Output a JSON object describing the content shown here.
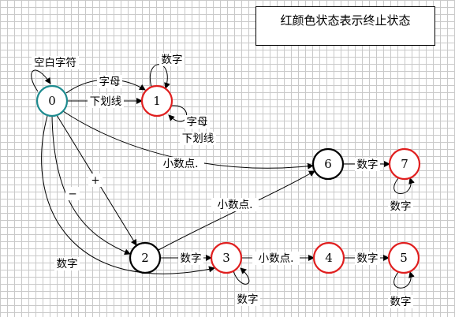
{
  "legend": {
    "text": "红颜色状态表示终止状态"
  },
  "colors": {
    "start": "#1e8b8f",
    "final": "#e01f1f",
    "normal": "#000000"
  },
  "states": [
    {
      "id": "0",
      "kind": "start"
    },
    {
      "id": "1",
      "kind": "final"
    },
    {
      "id": "2",
      "kind": "normal"
    },
    {
      "id": "3",
      "kind": "final"
    },
    {
      "id": "4",
      "kind": "final"
    },
    {
      "id": "5",
      "kind": "final"
    },
    {
      "id": "6",
      "kind": "normal"
    },
    {
      "id": "7",
      "kind": "final"
    }
  ],
  "edges": [
    {
      "from": "0",
      "to": "0",
      "label": "空白字符"
    },
    {
      "from": "0",
      "to": "1",
      "label": "字母"
    },
    {
      "from": "0",
      "to": "1",
      "label": "下划线"
    },
    {
      "from": "1",
      "to": "1",
      "label": "数字"
    },
    {
      "from": "1",
      "to": "1",
      "label": "字母"
    },
    {
      "from": "1",
      "to": "1",
      "label": "下划线"
    },
    {
      "from": "0",
      "to": "6",
      "label": "小数点."
    },
    {
      "from": "0",
      "to": "2",
      "label": "+"
    },
    {
      "from": "0",
      "to": "2",
      "label": "−"
    },
    {
      "from": "0",
      "to": "3",
      "label": "数字"
    },
    {
      "from": "2",
      "to": "6",
      "label": "小数点."
    },
    {
      "from": "2",
      "to": "3",
      "label": "数字"
    },
    {
      "from": "3",
      "to": "3",
      "label": "数字"
    },
    {
      "from": "3",
      "to": "4",
      "label": "小数点."
    },
    {
      "from": "4",
      "to": "5",
      "label": "数字"
    },
    {
      "from": "5",
      "to": "5",
      "label": "数字"
    },
    {
      "from": "6",
      "to": "7",
      "label": "数字"
    },
    {
      "from": "7",
      "to": "7",
      "label": "数字"
    }
  ]
}
